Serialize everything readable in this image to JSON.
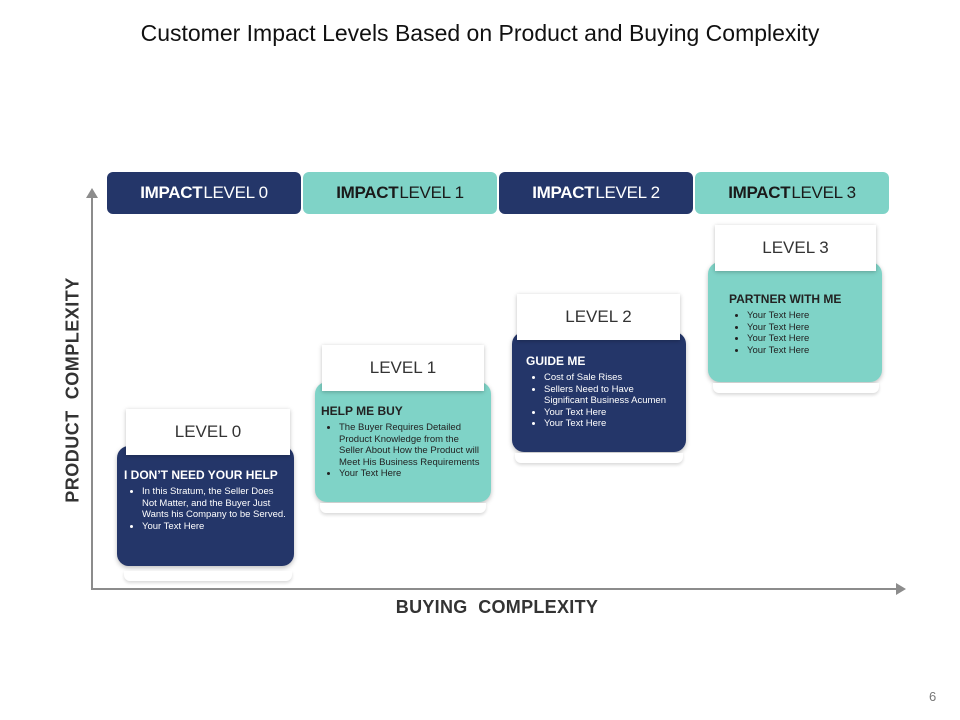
{
  "title": "Customer Impact Levels Based on Product and Buying Complexity",
  "impact_levels": [
    {
      "bold": "IMPACT",
      "rest": " LEVEL 0",
      "color": "#243669"
    },
    {
      "bold": "IMPACT",
      "rest": " LEVEL 1",
      "color": "#7fd3c7"
    },
    {
      "bold": "IMPACT",
      "rest": " LEVEL 2",
      "color": "#243669"
    },
    {
      "bold": "IMPACT",
      "rest": " LEVEL 3",
      "color": "#7fd3c7"
    }
  ],
  "axes": {
    "y_label": "PRODUCT  COMPLEXITY",
    "x_label": "BUYING  COMPLEXITY"
  },
  "levels": [
    {
      "label": "LEVEL 0",
      "heading": "I DON’T NEED YOUR HELP",
      "bullets": [
        "In this Stratum, the Seller Does Not Matter, and the Buyer Just Wants his Company to be Served.",
        "Your Text Here"
      ]
    },
    {
      "label": "LEVEL 1",
      "heading": "HELP ME BUY",
      "bullets": [
        "The Buyer Requires Detailed Product Knowledge from the Seller About How the Product will Meet His Business Requirements",
        "Your Text Here"
      ]
    },
    {
      "label": "LEVEL 2",
      "heading": "GUIDE ME",
      "bullets": [
        "Cost of Sale Rises",
        "Sellers Need to Have Significant Business Acumen",
        "Your Text Here",
        "Your Text Here"
      ]
    },
    {
      "label": "LEVEL 3",
      "heading": "PARTNER WITH ME",
      "bullets": [
        "Your Text Here",
        "Your Text Here",
        "Your Text Here",
        "Your Text Here"
      ]
    }
  ],
  "page_number": "6"
}
